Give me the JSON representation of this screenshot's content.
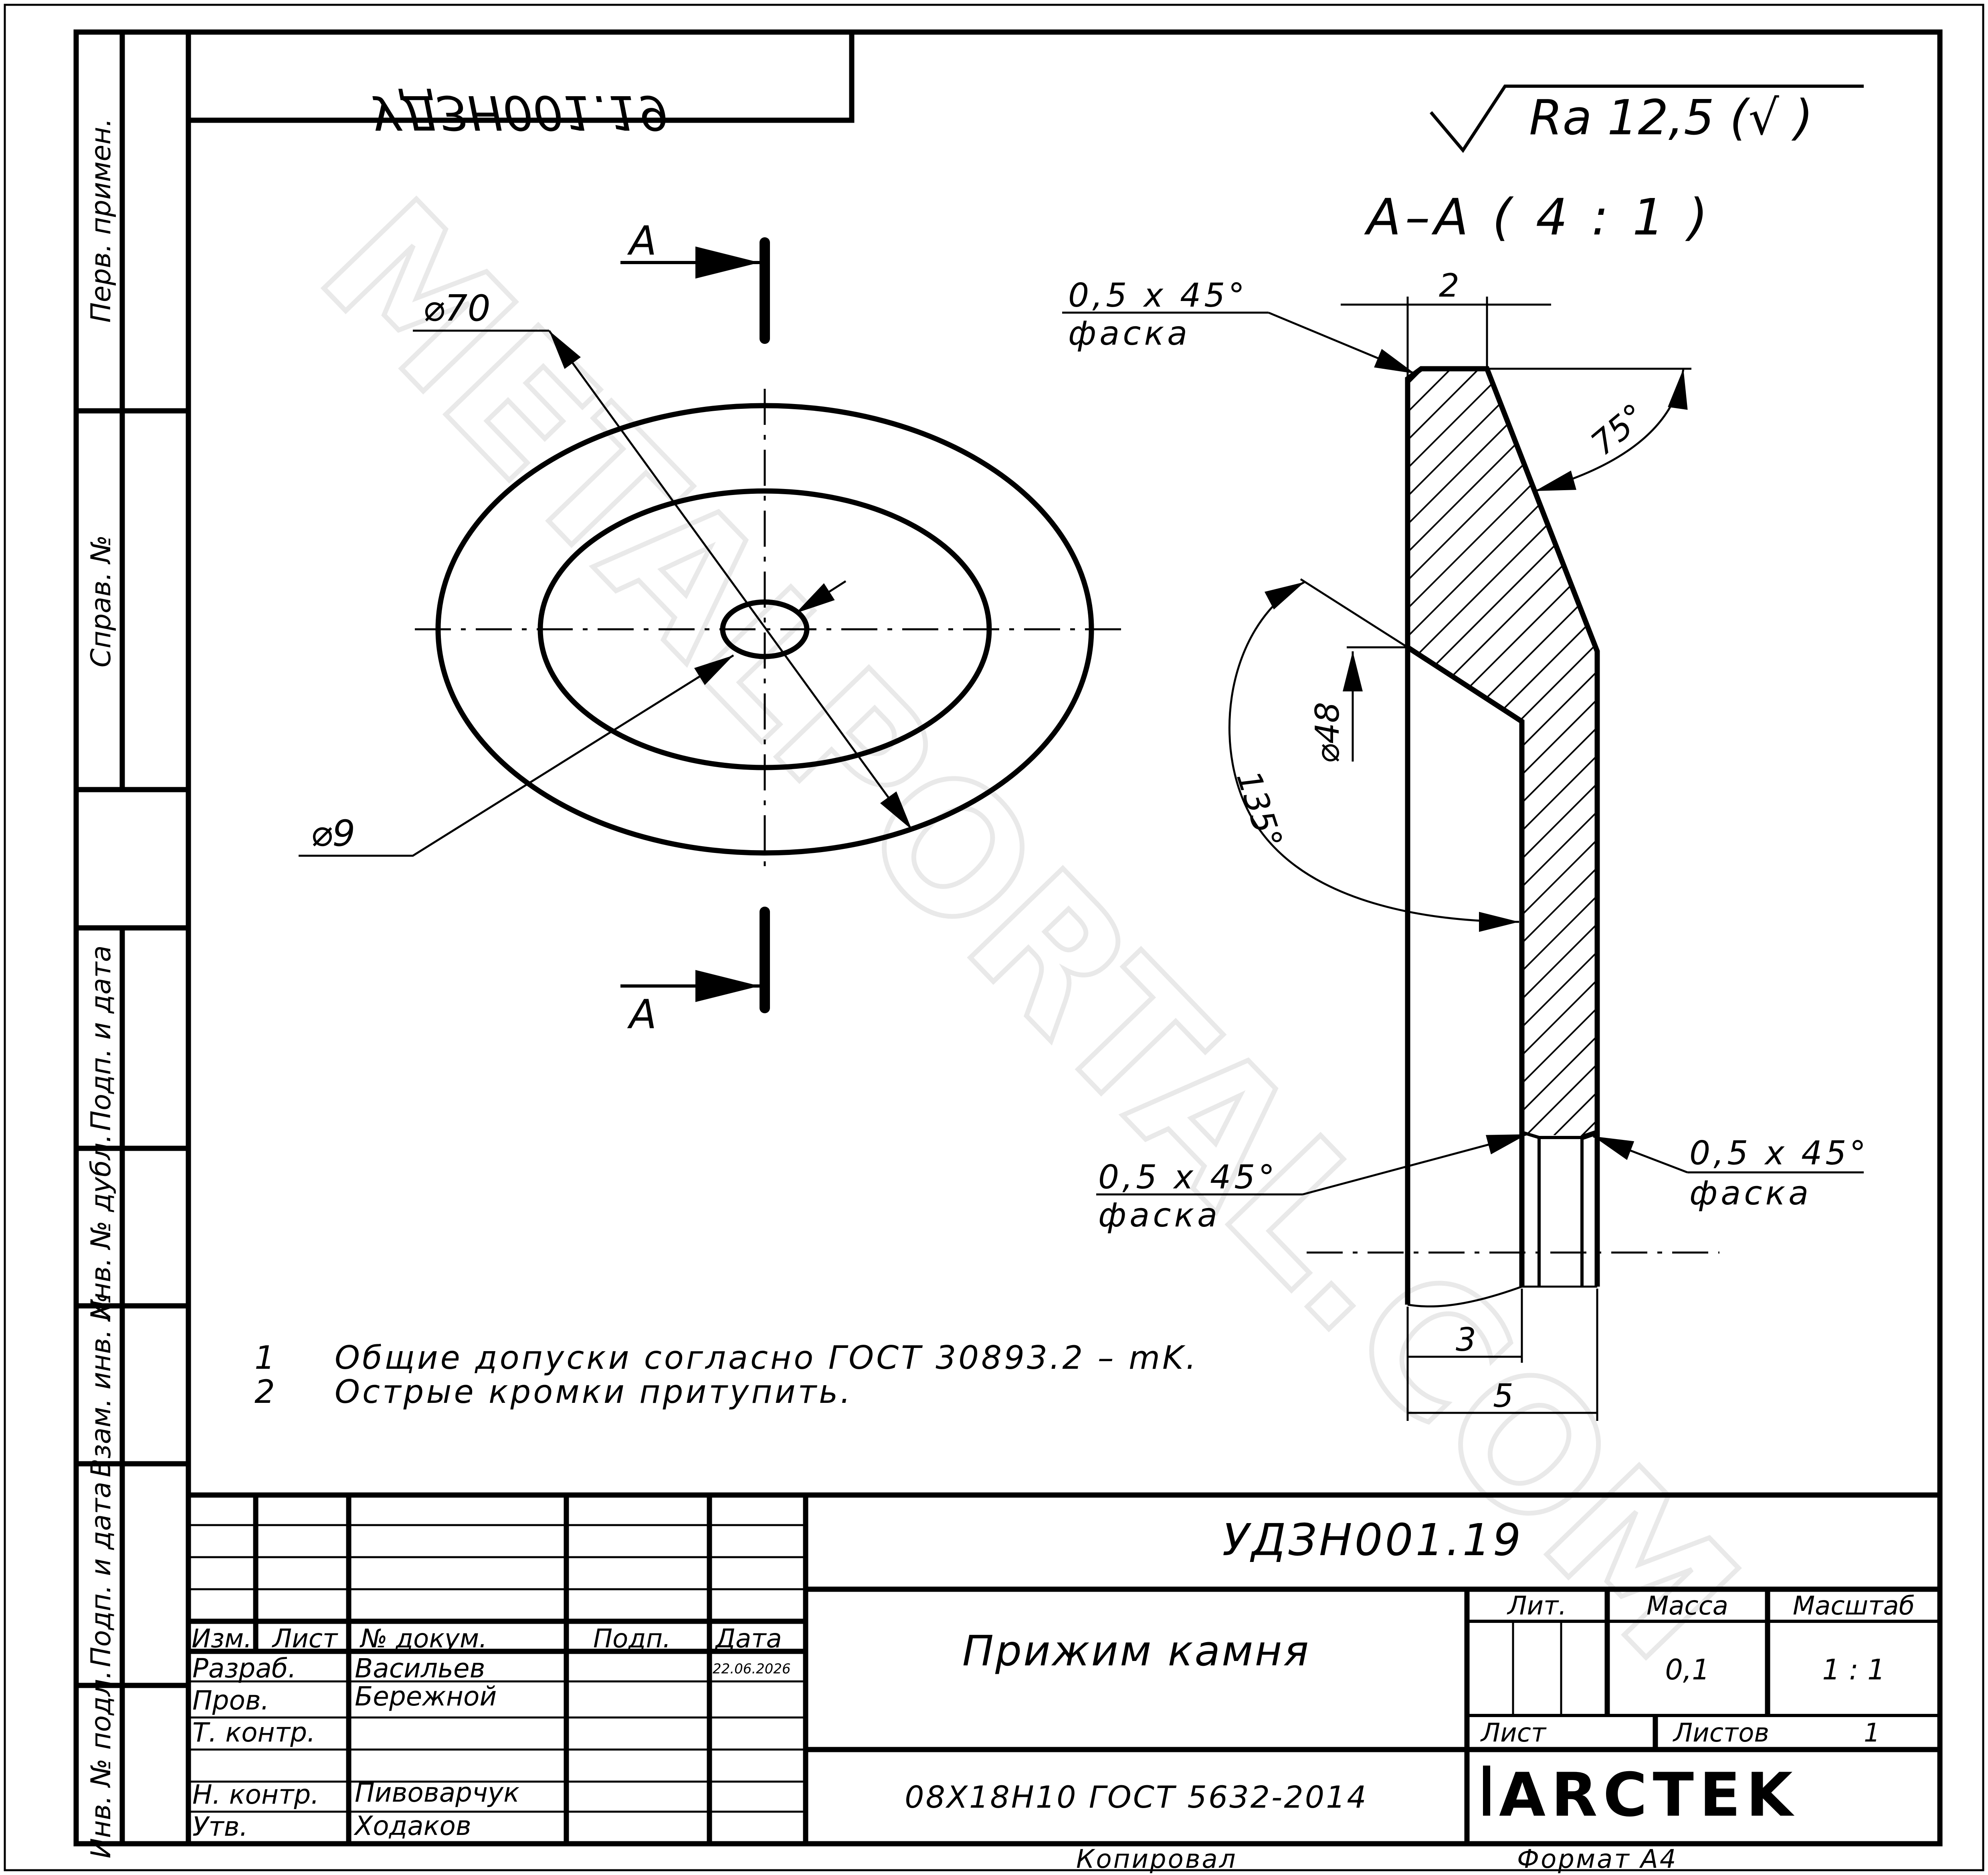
{
  "doc_code": "УДЗН001.19",
  "roughness": "Ra 12,5 (√ )",
  "section_label": "А–А ( 4 : 1 )",
  "section_mark_top": "А",
  "section_mark_bottom": "А",
  "dimensions": {
    "outer_dia": "⌀70",
    "hole_dia": "⌀9",
    "step_dia": "⌀48",
    "top_width": "2",
    "angle_75": "75°",
    "angle_135": "135°",
    "dim_3": "3",
    "dim_5": "5"
  },
  "chamfers": {
    "top": {
      "size": "0,5 х 45°",
      "label": "фаска"
    },
    "left": {
      "size": "0,5 х 45°",
      "label": "фаска"
    },
    "right": {
      "size": "0,5 х 45°",
      "label": "фаска"
    }
  },
  "notes": [
    {
      "num": "1",
      "text": "Общие допуски согласно ГОСТ 30893.2 – mK."
    },
    {
      "num": "2",
      "text": "Острые кромки притупить."
    }
  ],
  "watermark": "METALPORTAL.COM",
  "side_columns": [
    "Перв. примен.",
    "Справ. №",
    "Подп. и дата",
    "Инв. № дубл.",
    "Взам. инв. №",
    "Подп. и дата",
    "Инв. № подл."
  ],
  "title_block": {
    "headers": {
      "izm": "Изм.",
      "list": "Лист",
      "doc_no": "№ докум.",
      "sign": "Подп.",
      "date": "Дата"
    },
    "rows": [
      {
        "role": "Разраб.",
        "name": "Васильев",
        "date": "22.06.2026"
      },
      {
        "role": "Пров.",
        "name": "Бережной",
        "date": ""
      },
      {
        "role": "Т. контр.",
        "name": "",
        "date": ""
      },
      {
        "role": "Н. контр.",
        "name": "Пивоварчук",
        "date": ""
      },
      {
        "role": "Утв.",
        "name": "Ходаков",
        "date": ""
      }
    ],
    "designation": "УДЗН001.19",
    "part_name": "Прижим камня",
    "material": "08Х18Н10 ГОСТ 5632-2014",
    "lit_label": "Лит.",
    "mass_label": "Масса",
    "scale_label": "Масштаб",
    "mass": "0,1",
    "scale": "1 : 1",
    "sheet_label": "Лист",
    "sheets_label": "Листов",
    "sheets": "1",
    "company": "ARCTEK"
  },
  "footer": {
    "copied": "Копировал",
    "format": "Формат А4"
  }
}
